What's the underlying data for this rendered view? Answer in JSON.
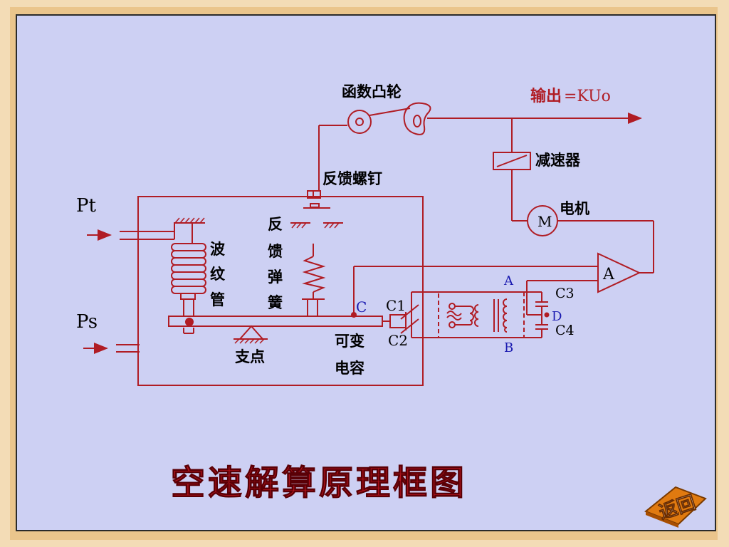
{
  "title": "空速解算原理框图",
  "return_button": "返回",
  "labels": {
    "cam": "函数凸轮",
    "output_prefix": "输出",
    "output_suffix": "=KUo",
    "reducer": "减速器",
    "feedback_screw": "反馈螺钉",
    "motor_label": "电机",
    "motor_symbol": "M",
    "pt": "Pt",
    "ps": "Ps",
    "bellows": [
      "波",
      "纹",
      "管"
    ],
    "spring": [
      "反",
      "馈",
      "弹",
      "簧"
    ],
    "pivot": "支点",
    "var_cap": [
      "可变",
      "电容"
    ],
    "amp": "A",
    "node_c": "C",
    "node_a": "A",
    "node_b": "B",
    "node_d": "D",
    "c1": "C1",
    "c2": "C2",
    "c3": "C3",
    "c4": "C4"
  },
  "colors": {
    "wire": "#b01c24",
    "title": "#b8141e",
    "label_blue": "#1a1ab0",
    "slide_bg": "#cdd0f3"
  }
}
